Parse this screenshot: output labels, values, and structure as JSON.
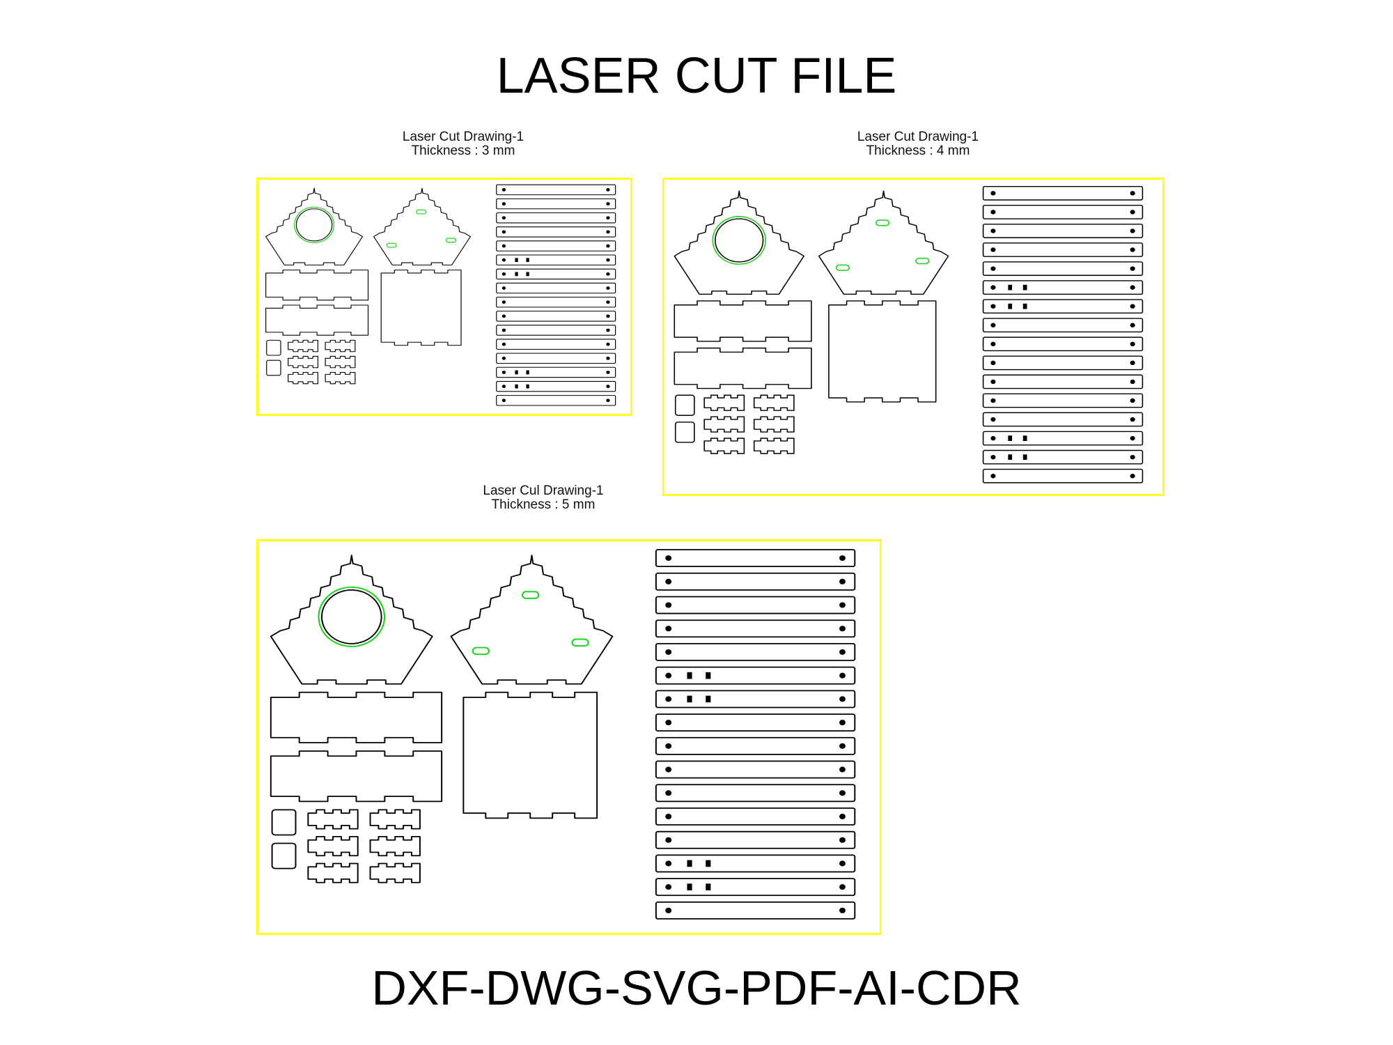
{
  "header": {
    "title": "LASER CUT FILE"
  },
  "footer": {
    "formats": "DXF-DWG-SVG-PDF-AI-CDR"
  },
  "panels": [
    {
      "label": "Laser Cut Drawing-1",
      "thickness": "Thickness : 3 mm"
    },
    {
      "label": "Laser Cut Drawing-1",
      "thickness": "Thickness : 4 mm"
    },
    {
      "label": "Laser Cul Drawing-1",
      "thickness": "Thickness : 5 mm"
    }
  ],
  "colors": {
    "sheet_border": "#ffff1a",
    "engrave": "#19d419",
    "cut": "#000000"
  }
}
